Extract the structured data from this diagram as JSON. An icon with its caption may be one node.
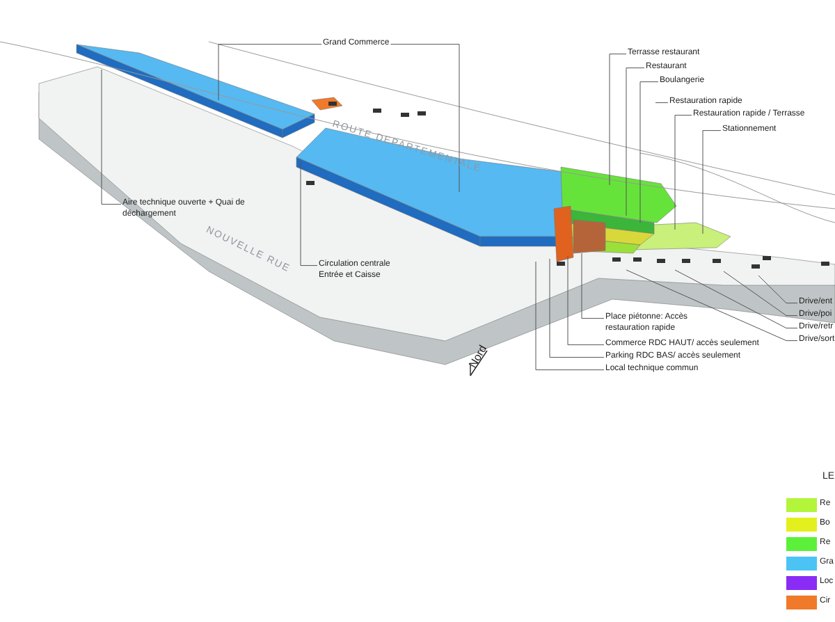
{
  "diagram": {
    "nodes": [
      {
        "text": [
          "Grand Commerce"
        ]
      },
      {
        "text": [
          "Aire technique ouverte + Quai de déchargement"
        ]
      },
      {
        "text": [
          "Circulation centrale Entrée et Caisse"
        ]
      },
      {
        "text": [
          "Terrasse restaurant"
        ]
      },
      {
        "text": [
          "Restaurant"
        ]
      },
      {
        "text": [
          "Boulangerie"
        ]
      },
      {
        "text": [
          "Restauration rapide"
        ]
      },
      {
        "text": [
          "Restauration rapide / Terrasse"
        ]
      },
      {
        "text": [
          "Stationnement"
        ]
      },
      {
        "text": [
          "Place piétonne: Accès restauration rapide"
        ]
      },
      {
        "text": [
          "Commerce RDC HAUT/ accès seulement"
        ]
      },
      {
        "text": [
          "Parking RDC BAS/ accès seulement"
        ]
      },
      {
        "text": [
          "Local technique commun"
        ]
      },
      {
        "text": [
          "Drive/ent"
        ]
      },
      {
        "text": [
          "Drive/poi"
        ]
      },
      {
        "text": [
          "Drive/retr"
        ]
      },
      {
        "text": [
          "Drive/sort"
        ]
      }
    ],
    "edges": [
      {
        "from": 0,
        "to": null,
        "arrow": "none"
      },
      {
        "from": 0,
        "to": null,
        "arrow": "none"
      },
      {
        "from": 1,
        "to": null,
        "arrow": "none"
      },
      {
        "from": 2,
        "to": null,
        "arrow": "none"
      },
      {
        "from": 3,
        "to": null,
        "arrow": "none"
      },
      {
        "from": 4,
        "to": null,
        "arrow": "none"
      },
      {
        "from": 5,
        "to": null,
        "arrow": "none"
      },
      {
        "from": 6,
        "to": null,
        "arrow": "none"
      },
      {
        "from": 7,
        "to": null,
        "arrow": "none"
      },
      {
        "from": 8,
        "to": null,
        "arrow": "none"
      },
      {
        "from": 9,
        "to": null,
        "arrow": "none"
      },
      {
        "from": 10,
        "to": null,
        "arrow": "none"
      },
      {
        "from": 11,
        "to": null,
        "arrow": "none"
      },
      {
        "from": 12,
        "to": null,
        "arrow": "none"
      },
      {
        "from": 13,
        "to": null,
        "arrow": "none"
      },
      {
        "from": 14,
        "to": null,
        "arrow": "none"
      },
      {
        "from": 15,
        "to": null,
        "arrow": "none"
      },
      {
        "from": 16,
        "to": null,
        "arrow": "none"
      }
    ],
    "labels": [
      "ROUTE DEPARTEMENTALE",
      "NOUVELLE RUE",
      "Nord",
      "LE"
    ],
    "legend": [
      {
        "text": "Re",
        "color": "#b3f53a"
      },
      {
        "text": "Bo",
        "color": "#e3f01e"
      },
      {
        "text": "Re",
        "color": "#5cf03a"
      },
      {
        "text": "Gra",
        "color": "#4cc3f5"
      },
      {
        "text": "Loc",
        "color": "#8a2cf5"
      },
      {
        "text": "Cir",
        "color": "#f07a2a"
      }
    ]
  }
}
